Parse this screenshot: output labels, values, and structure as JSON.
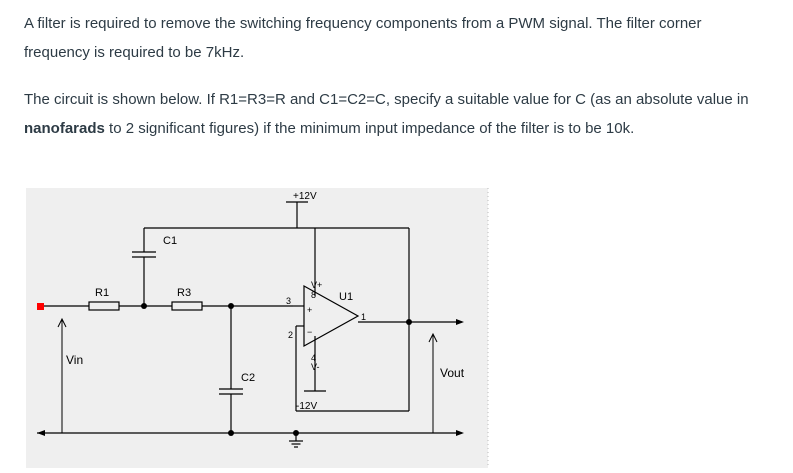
{
  "question": {
    "paragraph1": "A filter is required to remove the switching frequency components from a PWM signal. The filter corner frequency is required to be 7kHz.",
    "paragraph2_part1": "The circuit is shown below. If R1=R3=R and C1=C2=C, specify a suitable value for C (as an absolute value in ",
    "paragraph2_bold": "nanofarads",
    "paragraph2_part2": " to 2 significant figures) if the minimum input impedance of the filter is to be 10k."
  },
  "circuit": {
    "labels": {
      "vplus_supply": "+12V",
      "vminus_supply": "-12V",
      "c1": "C1",
      "c2": "C2",
      "r1": "R1",
      "r3": "R3",
      "opamp": "U1",
      "vplus_pin": "V+",
      "vminus_pin": "V-",
      "pin8": "8",
      "pin4": "4",
      "pin3": "3",
      "pin2": "2",
      "pin1": "1",
      "plus_sign": "+",
      "minus_sign": "−",
      "vin": "Vin",
      "vout": "Vout"
    },
    "colors": {
      "background": "#efefef",
      "wire": "#000000",
      "probe": "#ff0000"
    }
  }
}
